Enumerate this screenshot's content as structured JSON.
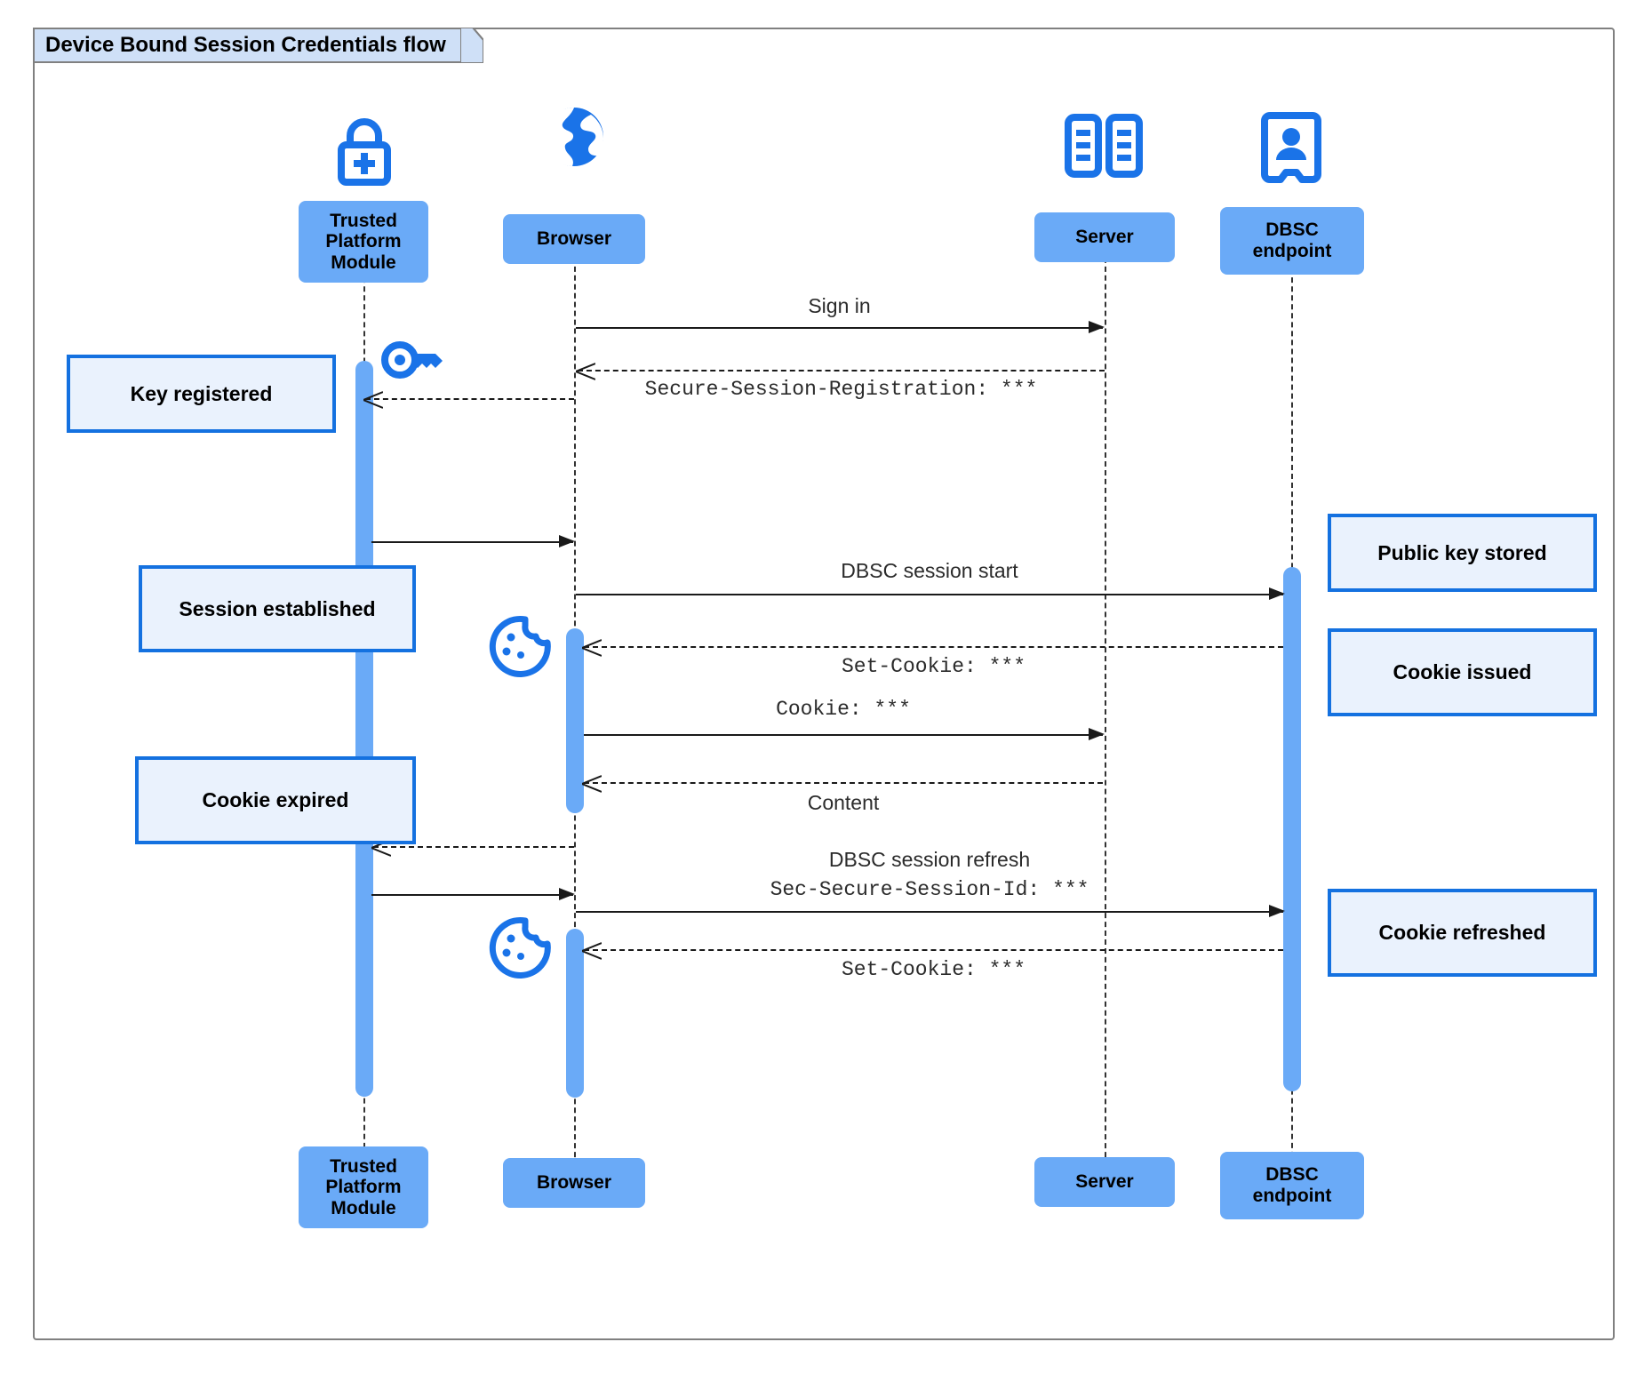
{
  "frame": {
    "title": "Device Bound Session Credentials flow",
    "border_color": "#808080",
    "tab_fill": "#cfe0f7"
  },
  "colors": {
    "participant_fill": "#6aaaf7",
    "activation_fill": "#6aaaf7",
    "note_fill": "#eaf2fd",
    "note_border": "#1471e0",
    "icon_blue": "#1a73e8",
    "line": "#1a1a1a",
    "lifeline": "#333333"
  },
  "participants": [
    {
      "id": "tpm",
      "label": "Trusted Platform Module",
      "icon": "lock-plus-icon"
    },
    {
      "id": "browser",
      "label": "Browser",
      "icon": "globe-icon"
    },
    {
      "id": "server",
      "label": "Server",
      "icon": "server-racks-icon"
    },
    {
      "id": "dbsc",
      "label": "DBSC endpoint",
      "icon": "id-badge-icon"
    }
  ],
  "participants_footer": [
    {
      "id": "tpm",
      "label": "Trusted Platform Module"
    },
    {
      "id": "browser",
      "label": "Browser"
    },
    {
      "id": "server",
      "label": "Server"
    },
    {
      "id": "dbsc",
      "label": "DBSC endpoint"
    }
  ],
  "messages": [
    {
      "id": "sign-in",
      "label": "Sign in",
      "style": "sans",
      "kind": "solid",
      "from": "browser",
      "to": "server"
    },
    {
      "id": "secure-session-registration",
      "label": "Secure-Session-Registration: ***",
      "style": "mono",
      "kind": "dashed",
      "from": "server",
      "to": "browser"
    },
    {
      "id": "key-to-browser",
      "label": "",
      "style": "sans",
      "kind": "solid",
      "from": "tpm",
      "to": "browser"
    },
    {
      "id": "dbsc-session-start",
      "label": "DBSC session start",
      "style": "sans",
      "kind": "solid",
      "from": "browser",
      "to": "dbsc"
    },
    {
      "id": "set-cookie-1",
      "label": "Set-Cookie: ***",
      "style": "mono",
      "kind": "dashed",
      "from": "dbsc",
      "to": "browser"
    },
    {
      "id": "cookie-request",
      "label": "Cookie: ***",
      "style": "mono",
      "kind": "solid",
      "from": "browser",
      "to": "server"
    },
    {
      "id": "content",
      "label": "Content",
      "style": "sans",
      "kind": "dashed",
      "from": "server",
      "to": "browser"
    },
    {
      "id": "browser-to-tpm",
      "label": "",
      "style": "sans",
      "kind": "dashed",
      "from": "browser",
      "to": "tpm"
    },
    {
      "id": "tpm-to-browser-2",
      "label": "",
      "style": "sans",
      "kind": "solid",
      "from": "tpm",
      "to": "browser"
    },
    {
      "id": "dbsc-session-refresh",
      "label_line1": "DBSC session refresh",
      "label_line2": "Sec-Secure-Session-Id: ***",
      "style": "mixed",
      "kind": "solid",
      "from": "browser",
      "to": "dbsc"
    },
    {
      "id": "set-cookie-2",
      "label": "Set-Cookie: ***",
      "style": "mono",
      "kind": "dashed",
      "from": "dbsc",
      "to": "browser"
    }
  ],
  "notes": [
    {
      "id": "key-registered",
      "text": "Key registered",
      "side": "left"
    },
    {
      "id": "session-established",
      "text": "Session established",
      "side": "left"
    },
    {
      "id": "cookie-expired",
      "text": "Cookie expired",
      "side": "left"
    },
    {
      "id": "public-key-stored",
      "text": "Public key stored",
      "side": "right"
    },
    {
      "id": "cookie-issued",
      "text": "Cookie issued",
      "side": "right"
    },
    {
      "id": "cookie-refreshed",
      "text": "Cookie refreshed",
      "side": "right"
    }
  ],
  "inline_icons": [
    {
      "id": "key-icon",
      "name": "key-icon",
      "near": "tpm"
    },
    {
      "id": "cookie-icon-1",
      "name": "cookie-icon",
      "near": "browser"
    },
    {
      "id": "cookie-icon-2",
      "name": "cookie-icon",
      "near": "browser"
    }
  ]
}
